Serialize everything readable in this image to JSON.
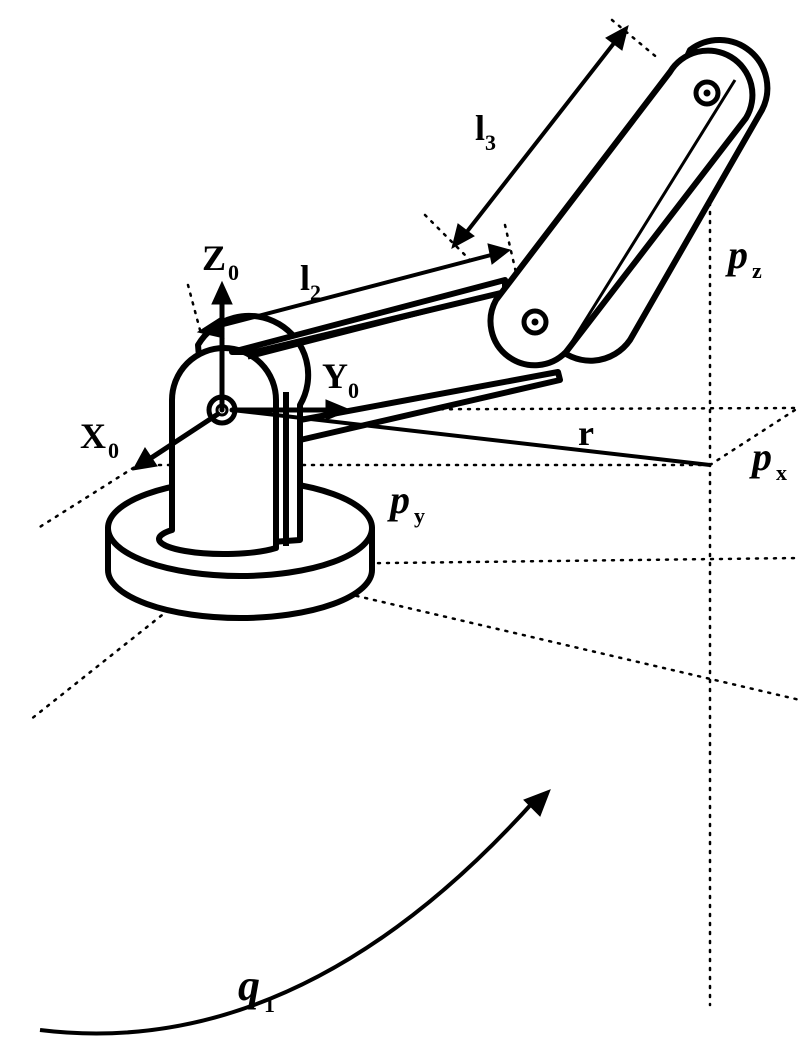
{
  "labels": {
    "z0": {
      "main": "Z",
      "sub": "0"
    },
    "y0": {
      "main": "Y",
      "sub": "0"
    },
    "x0": {
      "main": "X",
      "sub": "0"
    },
    "l2": {
      "main": "l",
      "sub": "2"
    },
    "l3": {
      "main": "l",
      "sub": "3"
    },
    "r": {
      "main": "r"
    },
    "pz": {
      "main": "p",
      "sub": "z"
    },
    "px": {
      "main": "p",
      "sub": "x"
    },
    "py": {
      "main": "p",
      "sub": "y"
    },
    "q1": {
      "main": "q",
      "sub": "1"
    }
  },
  "colors": {
    "stroke": "#000000",
    "fill": "#ffffff",
    "background": "#ffffff"
  }
}
